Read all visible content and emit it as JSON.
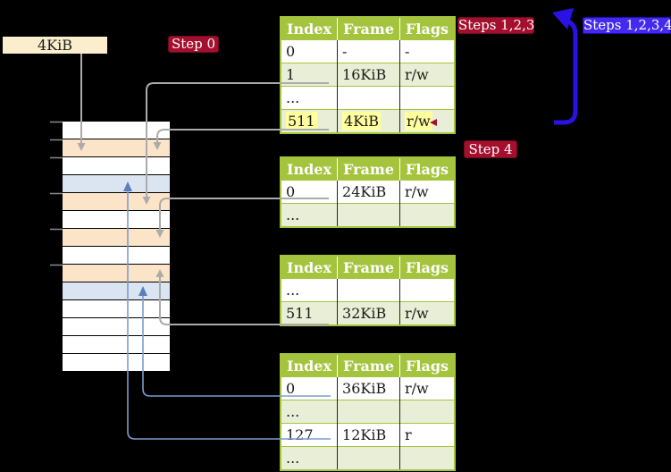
{
  "diagram": {
    "size_label": "4KiB",
    "labels": {
      "step0": "Step 0",
      "steps123": "Steps 1,2,3",
      "steps1234": "Steps 1,2,3,4",
      "step4": "Step 4"
    }
  },
  "page_tables": [
    {
      "headers": [
        "Index",
        "Frame",
        "Flags"
      ],
      "rows": [
        {
          "cells": [
            "0",
            "-",
            "-"
          ]
        },
        {
          "cells": [
            "1",
            "16KiB",
            "r/w"
          ]
        },
        {
          "cells": [
            "...",
            "",
            ""
          ]
        },
        {
          "cells": [
            "511",
            "4KiB",
            "r/w"
          ],
          "highlight": true
        }
      ]
    },
    {
      "headers": [
        "Index",
        "Frame",
        "Flags"
      ],
      "rows": [
        {
          "cells": [
            "0",
            "24KiB",
            "r/w"
          ]
        },
        {
          "cells": [
            "...",
            "",
            ""
          ]
        }
      ]
    },
    {
      "headers": [
        "Index",
        "Frame",
        "Flags"
      ],
      "rows": [
        {
          "cells": [
            "...",
            "",
            ""
          ]
        },
        {
          "cells": [
            "511",
            "32KiB",
            "r/w"
          ]
        }
      ]
    },
    {
      "headers": [
        "Index",
        "Frame",
        "Flags"
      ],
      "rows": [
        {
          "cells": [
            "0",
            "36KiB",
            "r/w"
          ]
        },
        {
          "cells": [
            "...",
            "",
            ""
          ]
        },
        {
          "cells": [
            "127",
            "12KiB",
            "r"
          ]
        },
        {
          "cells": [
            "...",
            "",
            ""
          ]
        }
      ]
    }
  ],
  "memory": {
    "rows": [
      "plain",
      "frame",
      "plain",
      "target",
      "frame",
      "plain",
      "frame",
      "plain",
      "frame",
      "target",
      "plain",
      "plain",
      "plain",
      "plain"
    ]
  },
  "colors": {
    "background": "#000000",
    "table_header_green": "#a5c43e",
    "table_row_green": "#e9efd6",
    "highlight_yellow": "#ffff9e",
    "label_cream": "#fbeecd",
    "step_red": "#a50f2e",
    "steps_blue": "#4629ef",
    "memory_white": "#ffffff",
    "frame_peach": "#fce4c8",
    "frame_blue": "#dbe5f2",
    "connector_gray": "#ababab",
    "connector_steelblue": "#7b9cd0",
    "connector_steelblue_dark": "#5a7fba",
    "arrow_blue": "#2a12e4",
    "tick_gray": "#8a8a8a"
  }
}
